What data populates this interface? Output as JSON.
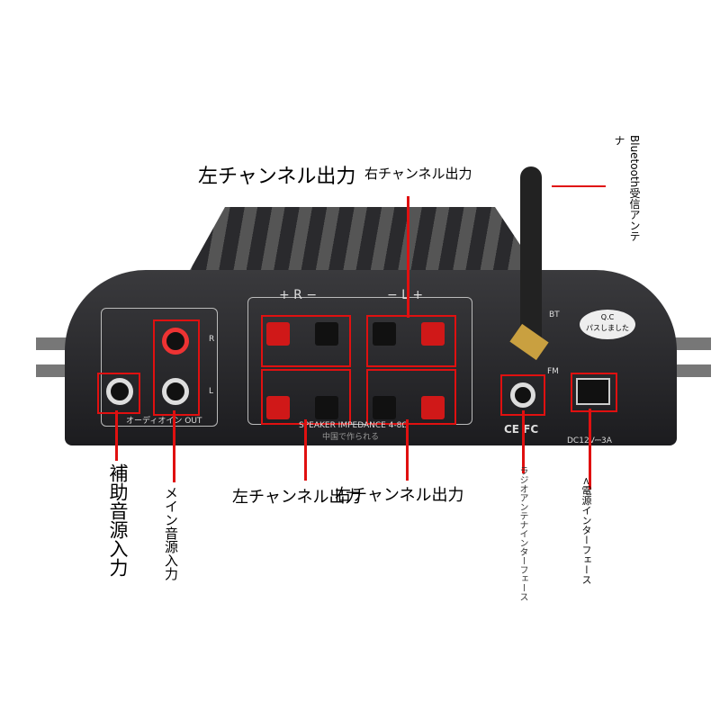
{
  "labels": {
    "left_out_top": "左チャンネル出力",
    "right_out_top": "右チャンネル出力",
    "bt_antenna": "Bluetooth受信アンテナ",
    "aux_in": "補助音源入力",
    "main_in": "メイン音源入力",
    "left_out_bottom": "左チャンネル出力",
    "right_out_bottom": "右チャンネル出力",
    "fm_antenna": "ラジオアンテナインターフェース",
    "power": "<電源インターフェース"
  },
  "device": {
    "r_polarity": "+ R −",
    "l_polarity": "− L +",
    "r": "R",
    "l": "L",
    "audio_in": "オーディオイン OUT",
    "bt": "BT",
    "fm": "FM",
    "qc_1": "Q.C",
    "qc_2": "パスしました",
    "speaker": "SPEAKER IMPEDANCE 4-8Ω",
    "made_in": "中国で作られる",
    "cert": "CE FC",
    "dc": "DC12V⎓3A"
  },
  "colors": {
    "accent": "#e01010",
    "body": "#1c1c1f"
  }
}
